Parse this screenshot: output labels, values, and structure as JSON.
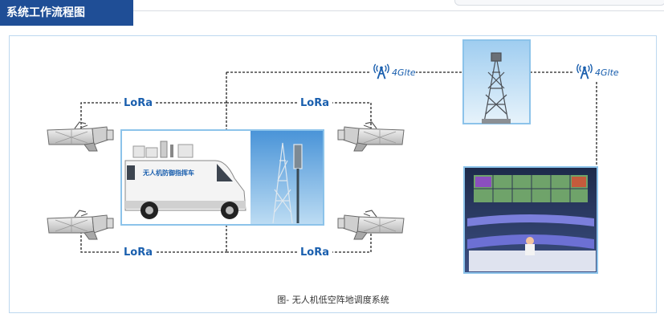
{
  "header": {
    "title": "系统工作流程图"
  },
  "diagram": {
    "lora_labels": [
      "LoRa",
      "LoRa",
      "LoRa",
      "LoRa"
    ],
    "lte_labels": [
      "4Glte",
      "4Glte"
    ],
    "vehicle_text": "无人机防御指挥车",
    "caption": "图- 无人机低空阵地调度系统"
  },
  "colors": {
    "accent": "#1f4e96",
    "frame": "#bcd8ef",
    "lora_blue": "#1a5fae",
    "lte_red": "#d12b2b"
  }
}
